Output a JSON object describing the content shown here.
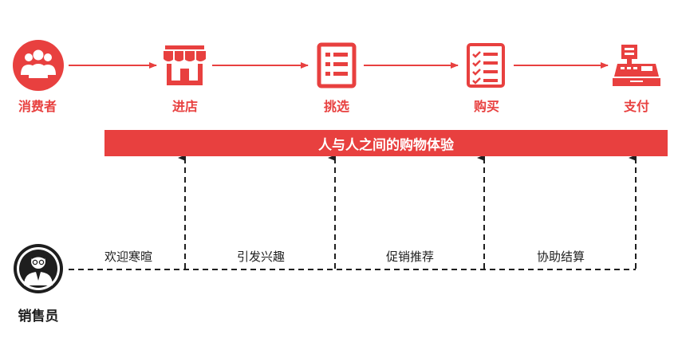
{
  "flow": {
    "steps": [
      {
        "label": "消费者",
        "icon": "consumers-icon"
      },
      {
        "label": "进店",
        "icon": "storefront-icon"
      },
      {
        "label": "挑选",
        "icon": "list-icon"
      },
      {
        "label": "购买",
        "icon": "checklist-icon"
      },
      {
        "label": "支付",
        "icon": "cash-register-icon"
      }
    ]
  },
  "banner": {
    "text": "人与人之间的购物体验"
  },
  "seller": {
    "label": "销售员",
    "icon": "salesperson-icon"
  },
  "actions": [
    "欢迎寒暄",
    "引发兴趣",
    "促销推荐",
    "协助结算"
  ],
  "colors": {
    "accent": "#e8403f",
    "dark": "#1e1e1e"
  }
}
